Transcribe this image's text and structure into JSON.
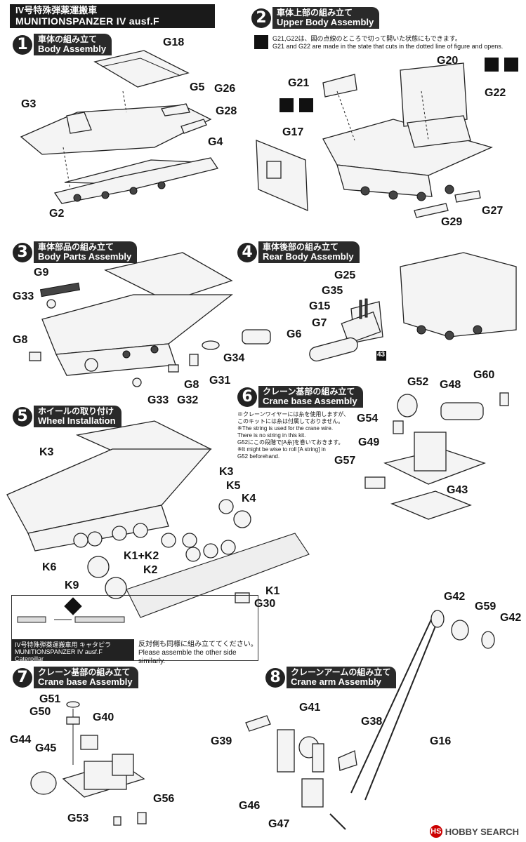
{
  "header": {
    "jp": "IV号特殊弾薬運搬車",
    "en": "MUNITIONSPANZER IV ausf.F"
  },
  "steps": [
    {
      "num": "1",
      "jp": "車体の組み立て",
      "en": "Body Assembly"
    },
    {
      "num": "2",
      "jp": "車体上部の組み立て",
      "en": "Upper Body Assembly"
    },
    {
      "num": "3",
      "jp": "車体部品の組み立て",
      "en": "Body Parts Assembly"
    },
    {
      "num": "4",
      "jp": "車体後部の組み立て",
      "en": "Rear Body Assembly"
    },
    {
      "num": "5",
      "jp": "ホイールの取り付け",
      "en": "Wheel Installation"
    },
    {
      "num": "6",
      "jp": "クレーン基部の組み立て",
      "en": "Crane base Assembly"
    },
    {
      "num": "7",
      "jp": "クレーン基部の組み立て",
      "en": "Crane base Assembly"
    },
    {
      "num": "8",
      "jp": "クレーンアームの組み立て",
      "en": "Crane arm Assembly"
    }
  ],
  "notes": {
    "step2_jp": "G21,G22は、図の点線のところで切って開いた状態にもできます。",
    "step2_en": "G21 and G22 are made in the state that cuts in the dotted line of figure and opens.",
    "step6_a_jp": "※クレーンワイヤーには糸を使用しますが、",
    "step6_b_jp": "このキットには糸は付属しておりません。",
    "step6_c_en": "※The string is used for the crane wire.",
    "step6_d_en": "There is no string in this kit.",
    "step6_e_jp": "G52にこの段階で[A糸]を巻いておきます。",
    "step6_f_en": "※It might be wise to roll [A string] in",
    "step6_g_en": "G52 beforehand.",
    "inset_cap_jp": "IV号特殊弾薬運搬車用 キャタピラ",
    "inset_cap_en": "MUNITIONSPANZER IV ausf.F Caterpillar",
    "inset_other_jp": "反対側も同様に組み立ててください。",
    "inset_other_en": "Please assemble the other side similarly."
  },
  "labels": {
    "g18": "G18",
    "g3": "G3",
    "g5": "G5",
    "g26": "G26",
    "g28": "G28",
    "g4": "G4",
    "g2": "G2",
    "g21": "G21",
    "g20": "G20",
    "g22": "G22",
    "g17": "G17",
    "g27": "G27",
    "g29": "G29",
    "g9": "G9",
    "g33a": "G33",
    "g8a": "G8",
    "g34": "G34",
    "g8b": "G8",
    "g31": "G31",
    "g33b": "G33",
    "g32": "G32",
    "g25": "G25",
    "g35": "G35",
    "g15": "G15",
    "g7": "G7",
    "g6": "G6",
    "n43": "43",
    "k3a": "K3",
    "k3b": "K3",
    "k5": "K5",
    "k4": "K4",
    "k1k2": "K1+K2",
    "k2": "K2",
    "k6": "K6",
    "k9": "K9",
    "k1": "K1",
    "g30": "G30",
    "g52": "G52",
    "g48": "G48",
    "g60": "G60",
    "g54": "G54",
    "g49": "G49",
    "g57": "G57",
    "g43": "G43",
    "g51": "G51",
    "g50": "G50",
    "g40": "G40",
    "g44": "G44",
    "g45": "G45",
    "g56": "G56",
    "g53": "G53",
    "g42a": "G42",
    "g59": "G59",
    "g42b": "G42",
    "g41": "G41",
    "g38": "G38",
    "g39": "G39",
    "g16": "G16",
    "g46": "G46",
    "g47": "G47"
  },
  "watermark": "HOBBY SEARCH",
  "watermark_logo": "HS"
}
